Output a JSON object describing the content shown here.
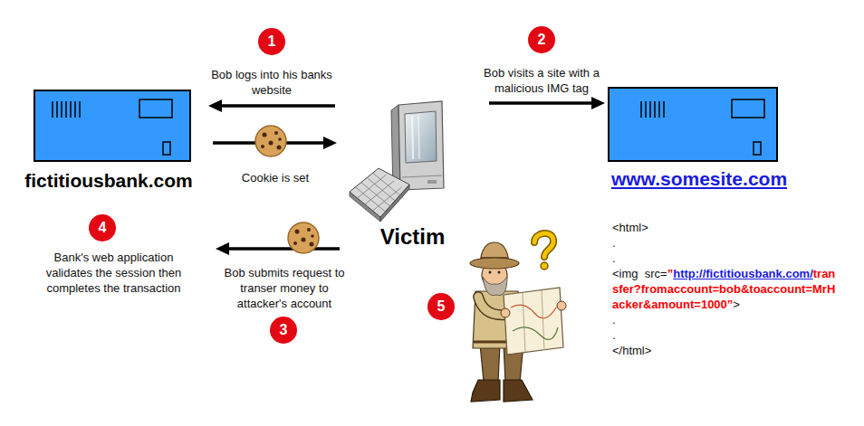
{
  "diagram": {
    "nodes": [
      {
        "text": [
          "fictitiousbank.com"
        ]
      },
      {
        "text": [
          "Victim"
        ]
      },
      {
        "text": [
          "www.somesite.com"
        ]
      }
    ],
    "edges": [
      {
        "from": 1,
        "to": 0,
        "arrow": "to",
        "label": "Bob logs into his banks website"
      },
      {
        "from": 0,
        "to": 1,
        "arrow": "to",
        "label": "Cookie is set"
      },
      {
        "from": 1,
        "to": 2,
        "arrow": "to",
        "label": "Bob visits a site with a malicious IMG tag"
      },
      {
        "from": 1,
        "to": 0,
        "arrow": "to",
        "label": "Bob submits request to transer money to attacker's account"
      }
    ],
    "labels": [
      "1",
      "2",
      "3",
      "4",
      "5",
      "Bank's web application validates the session then completes the transaction",
      "<html>",
      ".",
      ".",
      "<img  src=",
      "”",
      "http://fictitiousbank.com/",
      "transfer?fromaccount=bob&toaccount=MrHacker&amount=1000”",
      ">",
      ".",
      ".",
      "</html>"
    ]
  }
}
